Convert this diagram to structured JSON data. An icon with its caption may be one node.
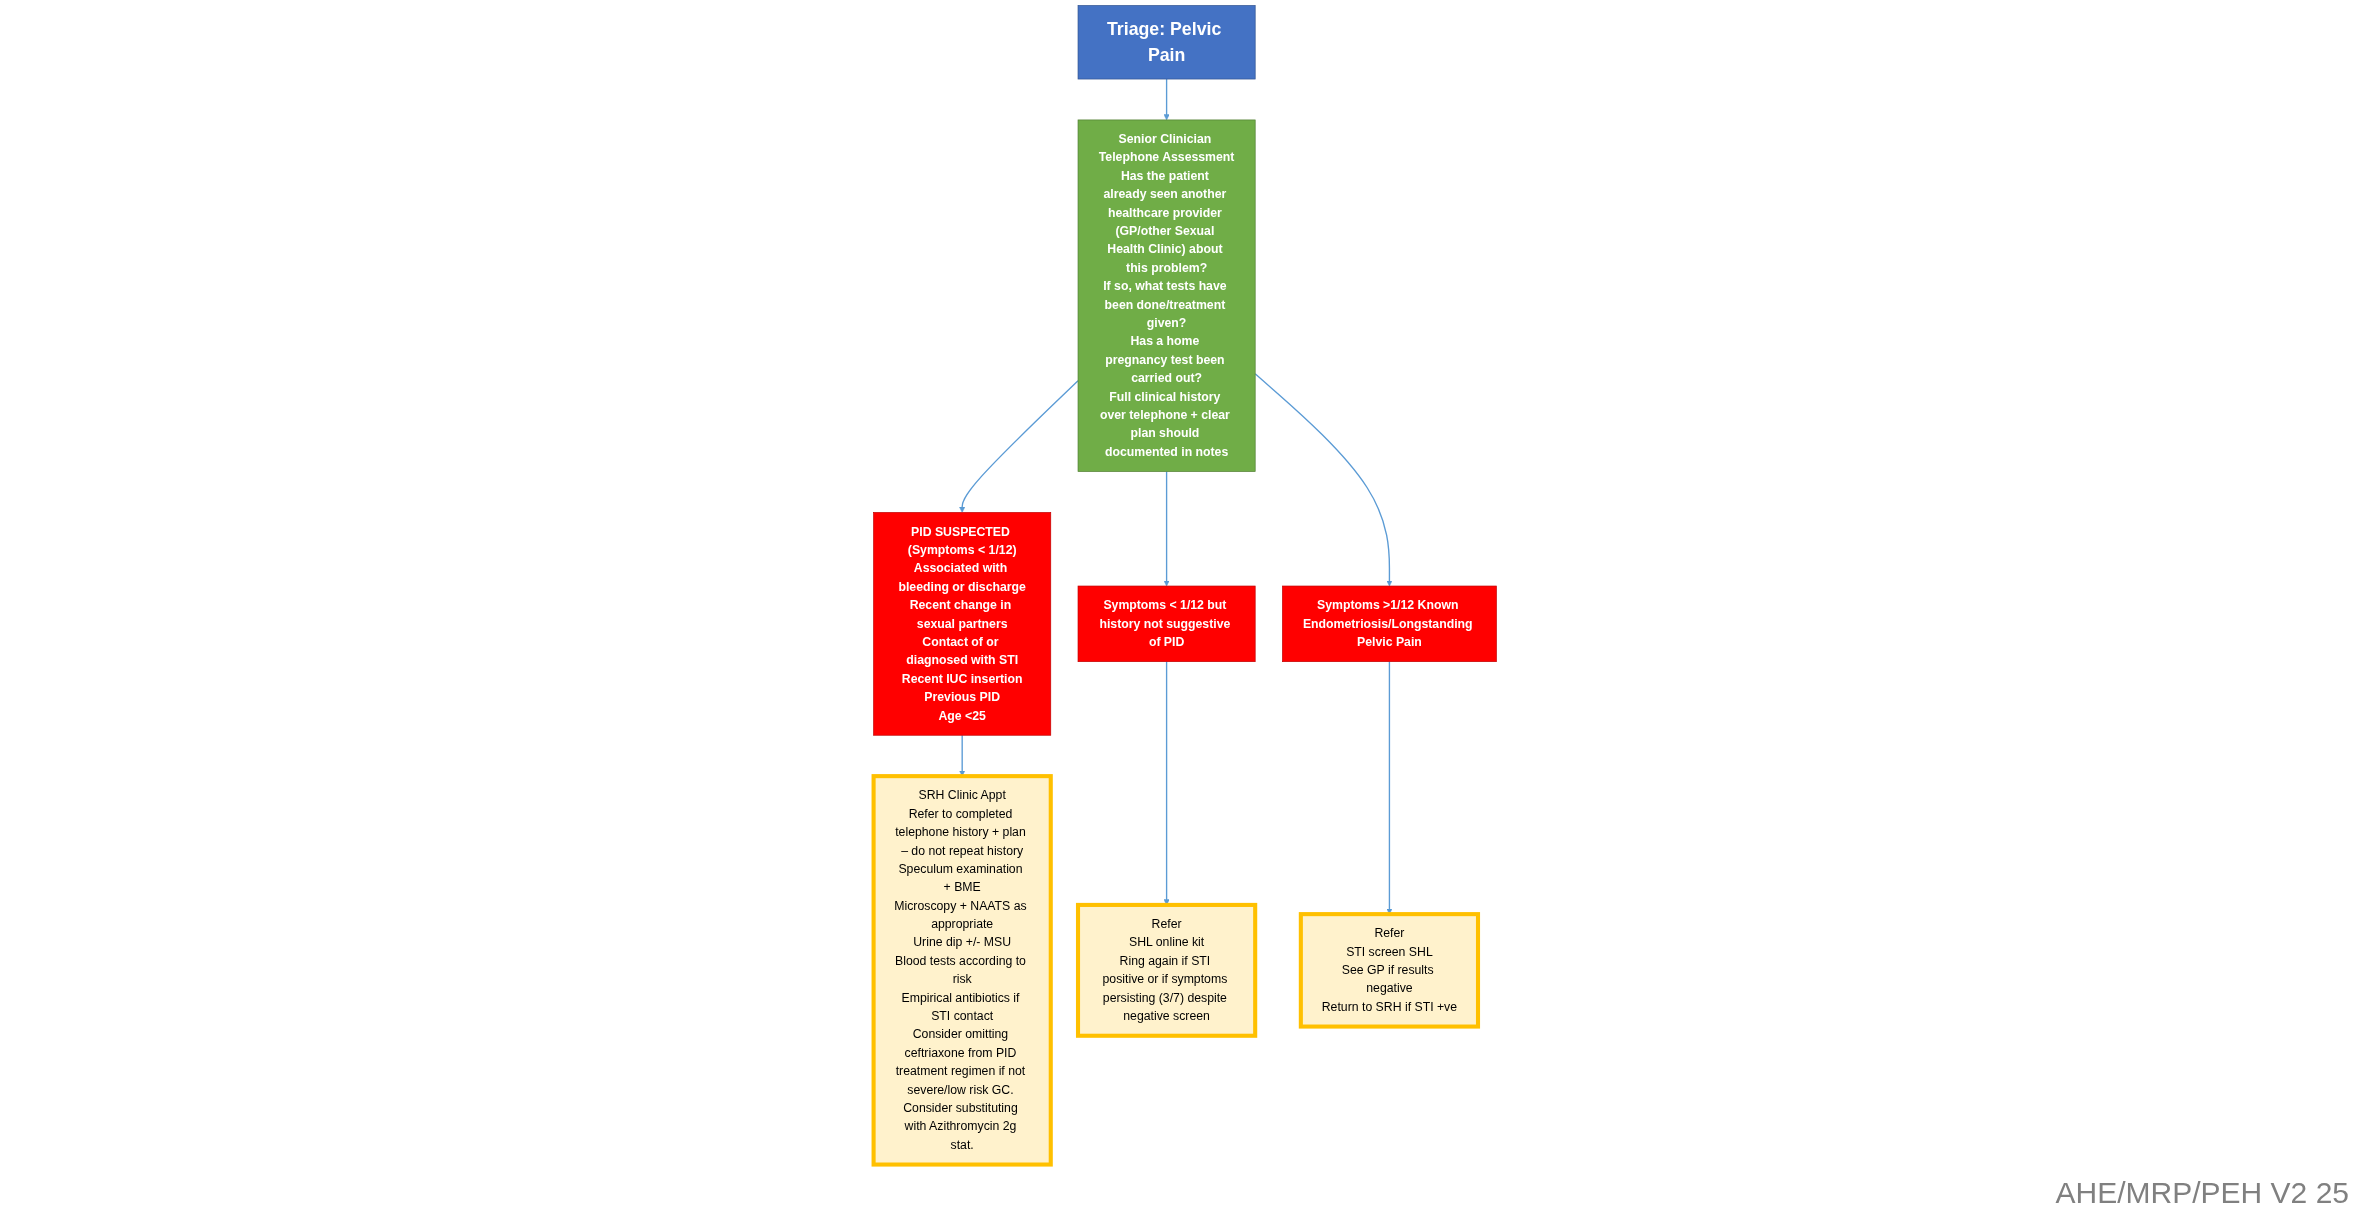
{
  "diagram": {
    "nodes": [
      {
        "text": [
          "Triage: Pelvic Pain"
        ]
      },
      {
        "text": [
          "Senior Clinician Telephone Assessment",
          "Has the patient already seen another healthcare provider (GP/other Sexual Health Clinic) about this problem?",
          "If so, what tests have been done/treatment given?",
          "Has a home pregnancy test been carried out?",
          "Full clinical history over telephone + clear plan should documented in notes"
        ]
      },
      {
        "text": [
          "PID SUSPECTED (Symptoms < 1/12)",
          "Associated with bleeding or discharge",
          "Recent change in sexual partners",
          "Contact of or diagnosed with STI",
          "Recent IUC insertion",
          "Previous PID",
          "Age <25"
        ]
      },
      {
        "text": [
          "Symptoms < 1/12 but history not suggestive of PID"
        ]
      },
      {
        "text": [
          "Symptoms >1/12 Known Endometriosis/Longstanding Pelvic Pain"
        ]
      },
      {
        "text": [
          "SRH Clinic Appt",
          "Refer to completed telephone history + plan – do not repeat history",
          "Speculum examination + BME",
          "Microscopy + NAATS as appropriate",
          "Urine dip +/- MSU",
          "Blood tests according to risk",
          "Empirical antibiotics if STI contact",
          "Consider omitting ceftriaxone from PID treatment regimen if not severe/low risk GC. Consider substituting with Azithromycin 2g stat."
        ]
      },
      {
        "text": [
          "Refer",
          "SHL online kit",
          "Ring again if STI positive or if symptoms persisting (3/7) despite negative screen"
        ]
      },
      {
        "text": [
          "Refer",
          "STI screen SHL",
          "See GP if results negative",
          "Return to SRH if STI +ve"
        ]
      }
    ],
    "edges": [
      {
        "from": 0,
        "to": 1,
        "arrow": "to"
      },
      {
        "from": 1,
        "to": 2,
        "arrow": "to"
      },
      {
        "from": 1,
        "to": 3,
        "arrow": "to"
      },
      {
        "from": 1,
        "to": 4,
        "arrow": "to"
      },
      {
        "from": 2,
        "to": 5,
        "arrow": "to"
      },
      {
        "from": 3,
        "to": 6,
        "arrow": "to"
      },
      {
        "from": 4,
        "to": 7,
        "arrow": "to"
      }
    ],
    "labels": [
      "AHE/MRP/PEH V2 25"
    ]
  }
}
